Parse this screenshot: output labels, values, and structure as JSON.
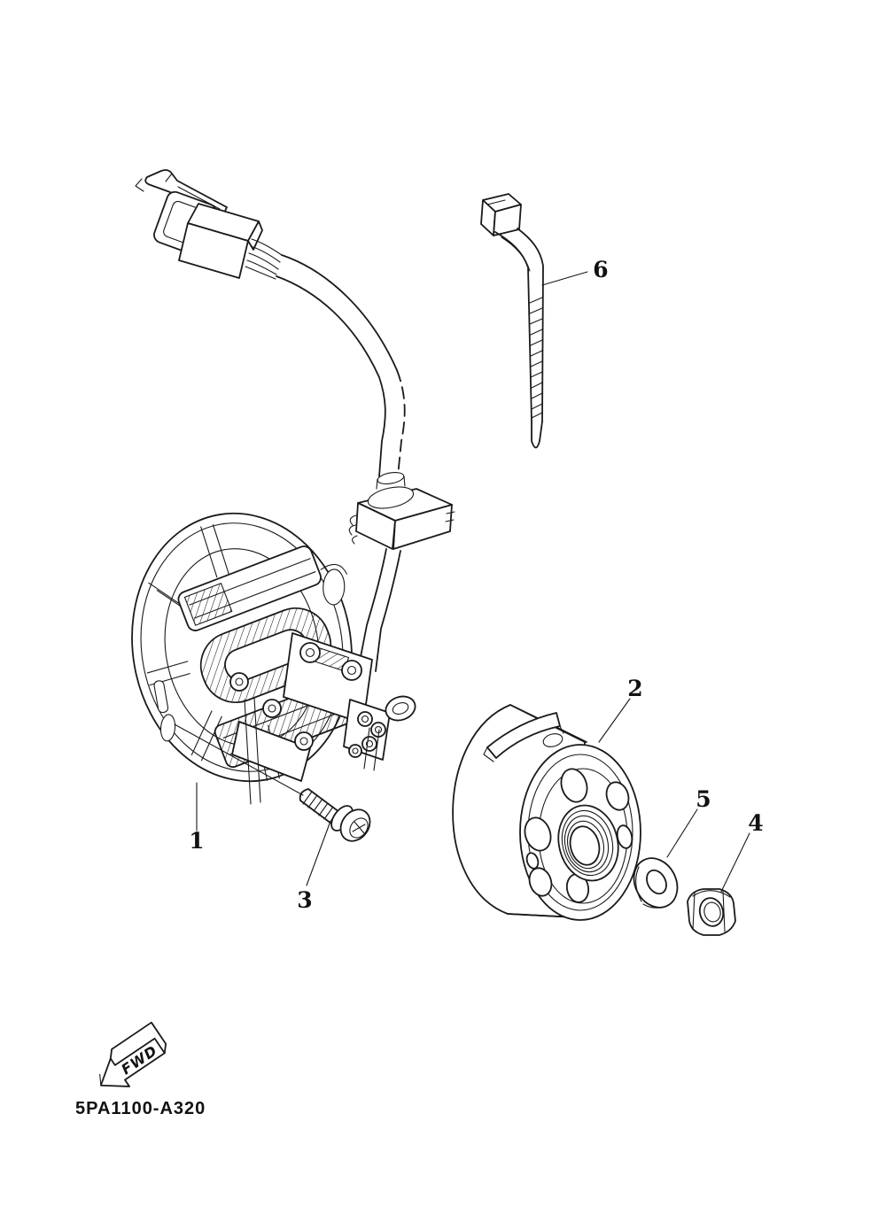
{
  "diagram": {
    "kind": "exploded-parts-line-drawing",
    "drawing_code": "5PA1100-A320",
    "direction_indicator": "FWD",
    "callouts": [
      "1",
      "2",
      "3",
      "4",
      "5",
      "6"
    ],
    "colors": {
      "line": "#1a1a1a",
      "background": "#ffffff",
      "label_text": "#111111"
    }
  }
}
